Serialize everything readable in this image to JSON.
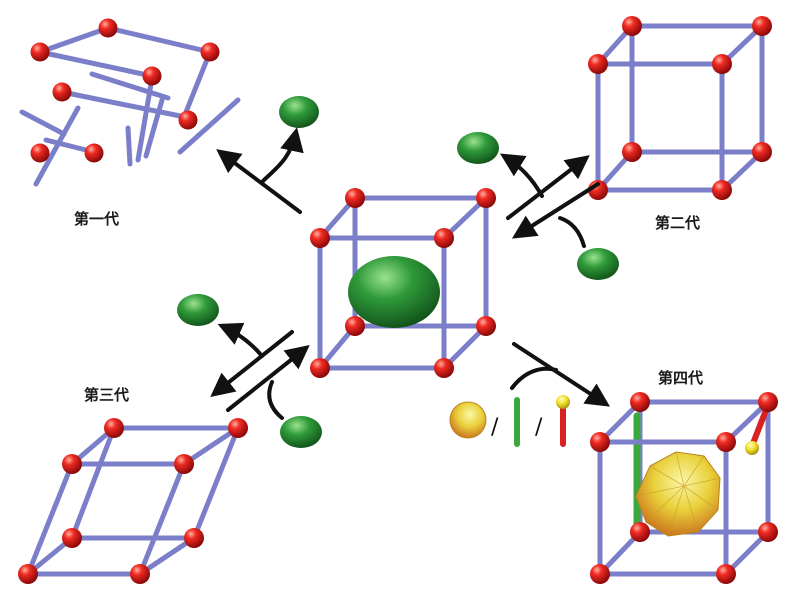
{
  "labels": {
    "gen1": "第一代",
    "gen2": "第二代",
    "gen3": "第三代",
    "gen4": "第四代"
  },
  "slash": "/",
  "colors": {
    "edge": "#7b7fc9",
    "node": "#e41c1c",
    "guest": "#2f9a3a",
    "arrow": "#111111",
    "rod": "#3aa83a",
    "probe_head": "#f2e22a",
    "probe_tail": "#d92121",
    "polyhedron": "#e8d23a"
  }
}
